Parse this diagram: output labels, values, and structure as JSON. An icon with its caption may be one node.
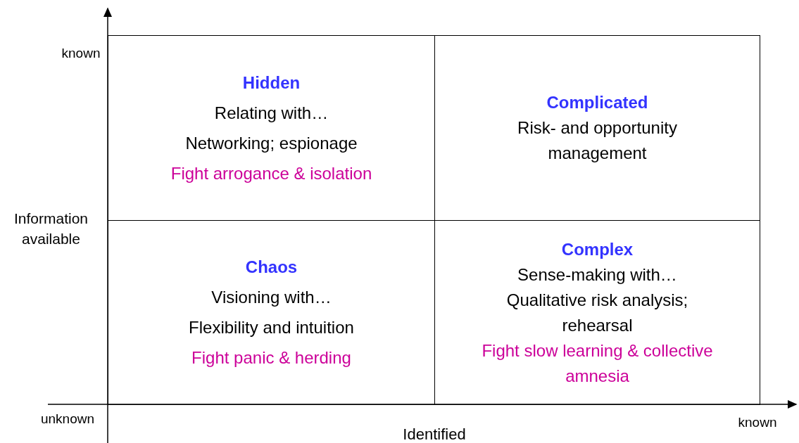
{
  "diagram": {
    "nodes": [
      {
        "text": [
          "Hidden",
          "Relating with…",
          "Networking; espionage",
          "Fight arrogance & isolation"
        ]
      },
      {
        "text": [
          "Complicated",
          "Risk- and opportunity management"
        ]
      },
      {
        "text": [
          "Chaos",
          "Visioning with…",
          "Flexibility and intuition",
          "Fight panic & herding"
        ]
      },
      {
        "text": [
          "Complex",
          "Sense-making with…",
          "Qualitative risk analysis; rehearsal",
          "Fight slow learning & collective amnesia"
        ]
      }
    ],
    "labels": [
      "known",
      "Information available",
      "unknown",
      "Identified",
      "known"
    ]
  }
}
